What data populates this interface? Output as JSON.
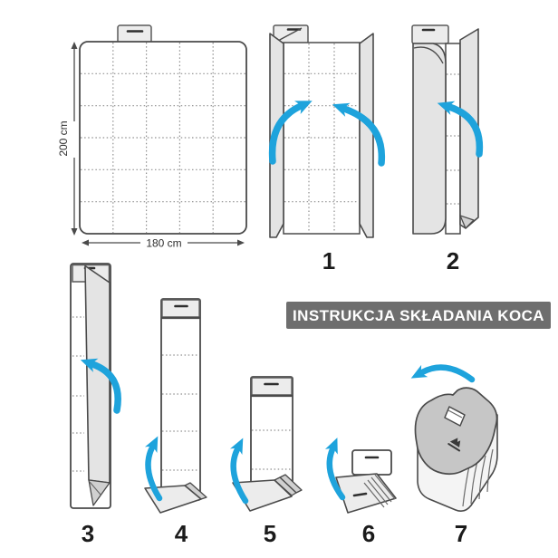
{
  "banner": {
    "text": "INSTRUKCJA SKŁADANIA KOCA",
    "bg": "#6e6e6e",
    "fg": "#ffffff"
  },
  "blanket": {
    "height": "200 cm",
    "width": "180 cm"
  },
  "steps": [
    {
      "number": "1"
    },
    {
      "number": "2"
    },
    {
      "number": "3"
    },
    {
      "number": "4"
    },
    {
      "number": "5"
    },
    {
      "number": "6"
    },
    {
      "number": "7"
    }
  ],
  "colors": {
    "arrow": "#1ea3dc",
    "outline": "#4a4a4a",
    "panel": "#e4e4e4",
    "flap": "#c6c6c6"
  }
}
